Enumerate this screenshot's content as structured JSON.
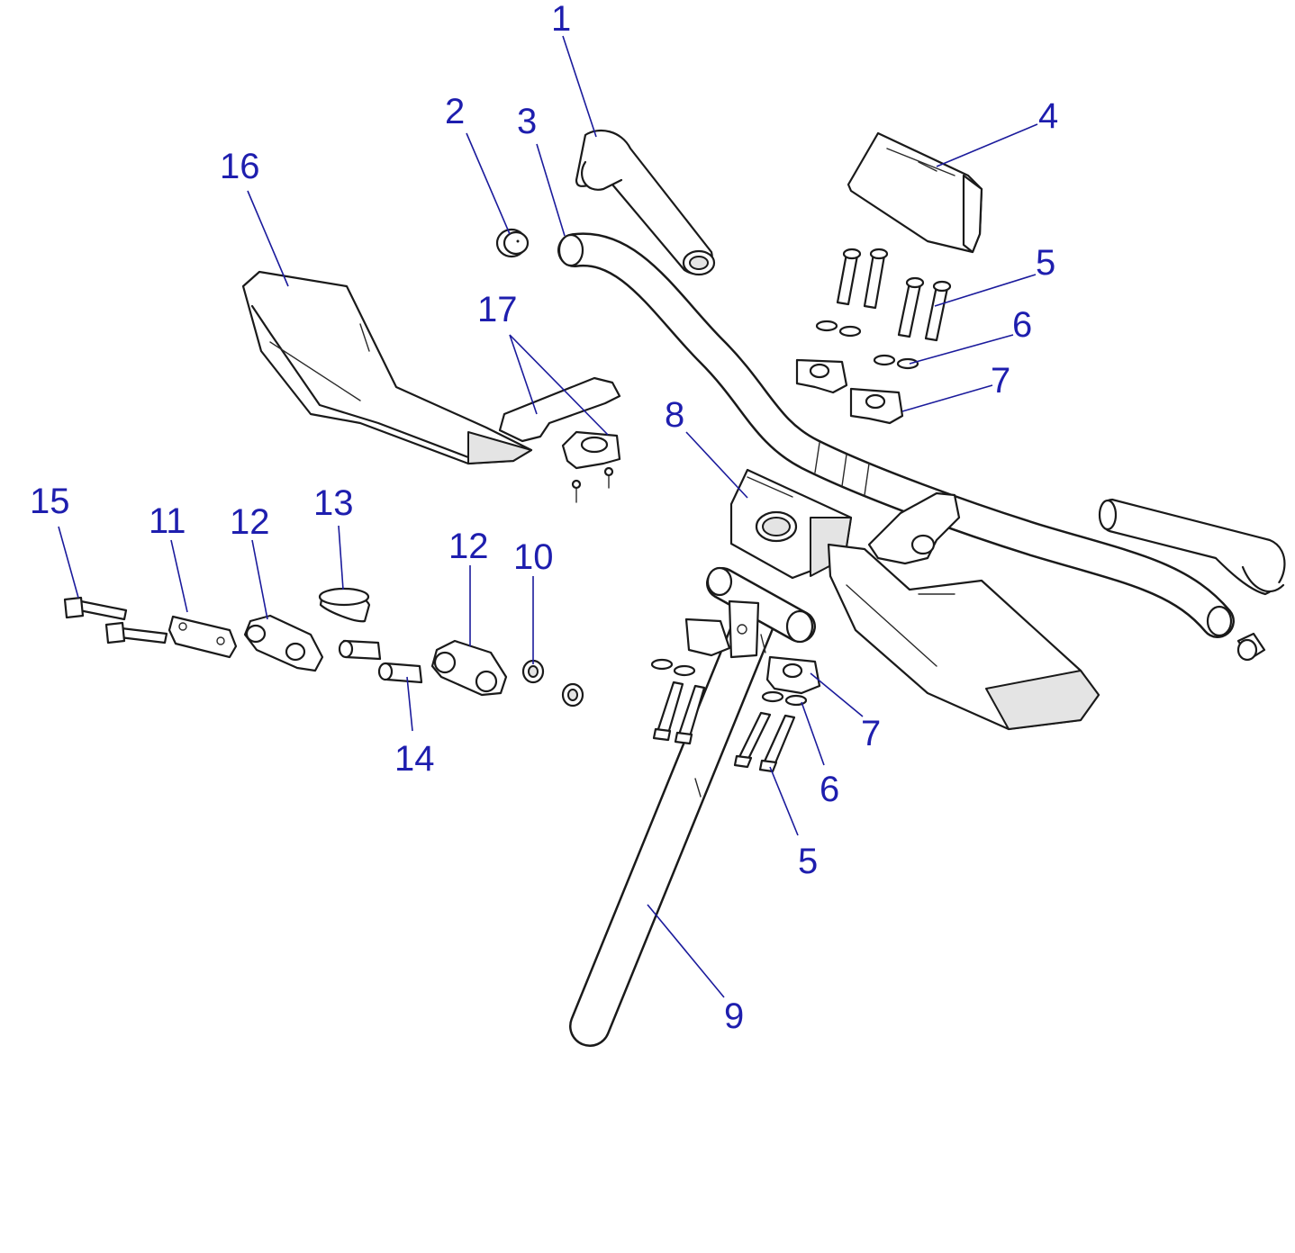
{
  "diagram": {
    "accent_color": "#1e1eae",
    "callouts": [
      {
        "id": "c1",
        "label": "1"
      },
      {
        "id": "c2",
        "label": "2"
      },
      {
        "id": "c3",
        "label": "3"
      },
      {
        "id": "c4",
        "label": "4"
      },
      {
        "id": "c5a",
        "label": "5"
      },
      {
        "id": "c6a",
        "label": "6"
      },
      {
        "id": "c7a",
        "label": "7"
      },
      {
        "id": "c8",
        "label": "8"
      },
      {
        "id": "c16",
        "label": "16"
      },
      {
        "id": "c17",
        "label": "17"
      },
      {
        "id": "c15",
        "label": "15"
      },
      {
        "id": "c11",
        "label": "11"
      },
      {
        "id": "c12a",
        "label": "12"
      },
      {
        "id": "c13",
        "label": "13"
      },
      {
        "id": "c12b",
        "label": "12"
      },
      {
        "id": "c10",
        "label": "10"
      },
      {
        "id": "c14",
        "label": "14"
      },
      {
        "id": "c7b",
        "label": "7"
      },
      {
        "id": "c6b",
        "label": "6"
      },
      {
        "id": "c5b",
        "label": "5"
      },
      {
        "id": "c9",
        "label": "9"
      }
    ]
  }
}
